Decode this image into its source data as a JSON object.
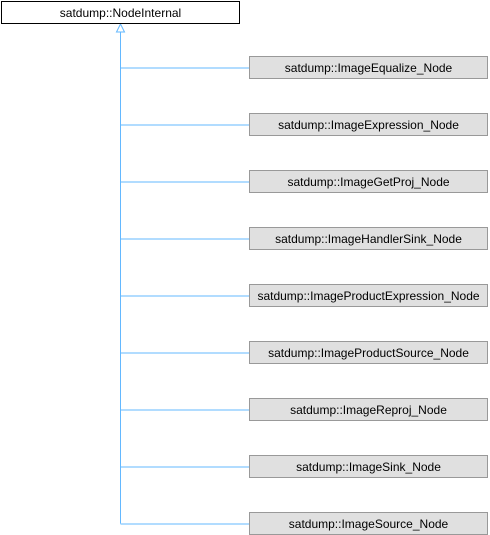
{
  "diagram": {
    "base_class": "satdump::NodeInternal",
    "derived_classes": [
      "satdump::ImageEqualize_Node",
      "satdump::ImageExpression_Node",
      "satdump::ImageGetProj_Node",
      "satdump::ImageHandlerSink_Node",
      "satdump::ImageProductExpression_Node",
      "satdump::ImageProductSource_Node",
      "satdump::ImageReproj_Node",
      "satdump::ImageSink_Node",
      "satdump::ImageSource_Node"
    ]
  },
  "colors": {
    "connector": "#63b8ff",
    "derived_fill": "#e0e0e0",
    "derived_border": "#999999",
    "base_fill": "#ffffff",
    "base_border": "#000000"
  }
}
